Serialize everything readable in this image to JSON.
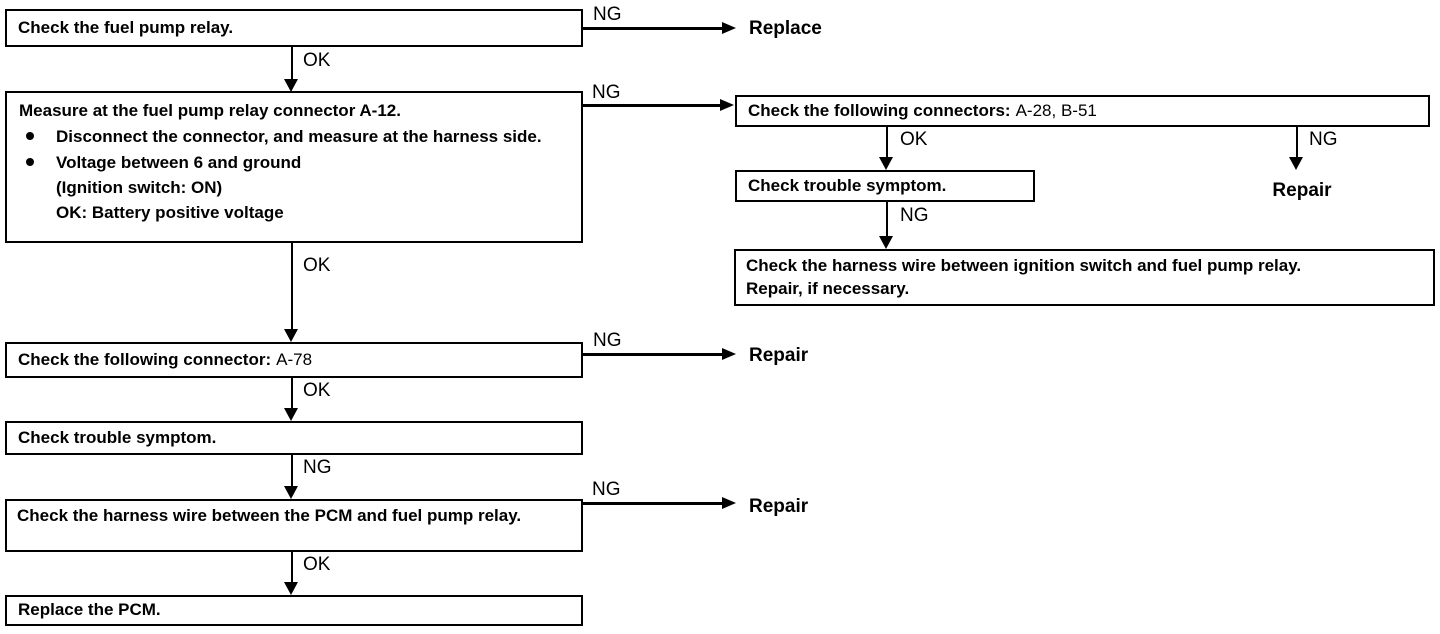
{
  "flowchart": {
    "boxes": {
      "check_fuel_pump_relay": {
        "text": "Check the fuel pump relay."
      },
      "measure_connector": {
        "title": "Measure at the fuel pump relay connector A-12.",
        "bullet1": "Disconnect the connector, and measure at the harness side.",
        "bullet2_lines": [
          "Voltage between 6 and ground",
          "(Ignition switch: ON)",
          "OK: Battery positive voltage"
        ]
      },
      "check_connectors_a28_b51": {
        "label": "Check the following connectors:",
        "value": "A-28, B-51"
      },
      "check_trouble_symptom_right": {
        "text": "Check trouble symptom."
      },
      "check_harness_ignition": {
        "line1": "Check the harness wire between ignition switch and fuel pump relay.",
        "line2": "Repair, if necessary."
      },
      "check_connector_a78": {
        "label": "Check the following connector:",
        "value": "A-78"
      },
      "check_trouble_symptom_left": {
        "text": "Check trouble symptom."
      },
      "check_harness_pcm": {
        "text": "Check the harness wire between the PCM and fuel pump relay."
      },
      "replace_pcm": {
        "text": "Replace the PCM."
      }
    },
    "edge_labels": {
      "ok": "OK",
      "ng": "NG"
    },
    "terminals": {
      "replace": "Replace",
      "repair": "Repair"
    },
    "colors": {
      "ink": "#000000",
      "background": "#ffffff"
    }
  }
}
